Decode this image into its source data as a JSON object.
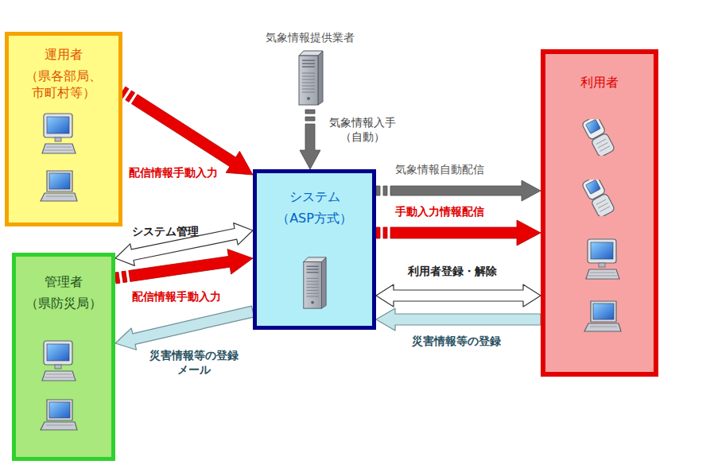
{
  "diagram": {
    "nodes": [
      {
        "text": [
          "運用者",
          "（県各部局、 市町村等）"
        ]
      },
      {
        "text": [
          "管理者",
          "（県防災局）"
        ]
      },
      {
        "text": [
          "システム",
          "（ASP方式）"
        ]
      },
      {
        "text": [
          "気象情報提供業者"
        ]
      },
      {
        "text": [
          "利用者"
        ]
      }
    ],
    "edges": [
      {
        "from": 0,
        "to": 2,
        "arrow": "to",
        "label": "配信情報手動入力"
      },
      {
        "from": 3,
        "to": 2,
        "arrow": "to",
        "label": "気象情報入手 （自動）"
      },
      {
        "from": 2,
        "to": 4,
        "arrow": "to",
        "label": "気象情報自動配信"
      },
      {
        "from": 2,
        "to": 4,
        "arrow": "to",
        "label": "手動入力情報配信"
      },
      {
        "from": 4,
        "to": 2,
        "arrow": "both",
        "label": "利用者登録・解除"
      },
      {
        "from": 4,
        "to": 2,
        "arrow": "to",
        "label": "災害情報等の登録"
      },
      {
        "from": 1,
        "to": 2,
        "arrow": "both",
        "label": "システム管理"
      },
      {
        "from": 1,
        "to": 2,
        "arrow": "to",
        "label": "配信情報手動入力"
      },
      {
        "from": 2,
        "to": 1,
        "arrow": "to",
        "label": "災害情報等の登録 メール"
      }
    ]
  }
}
